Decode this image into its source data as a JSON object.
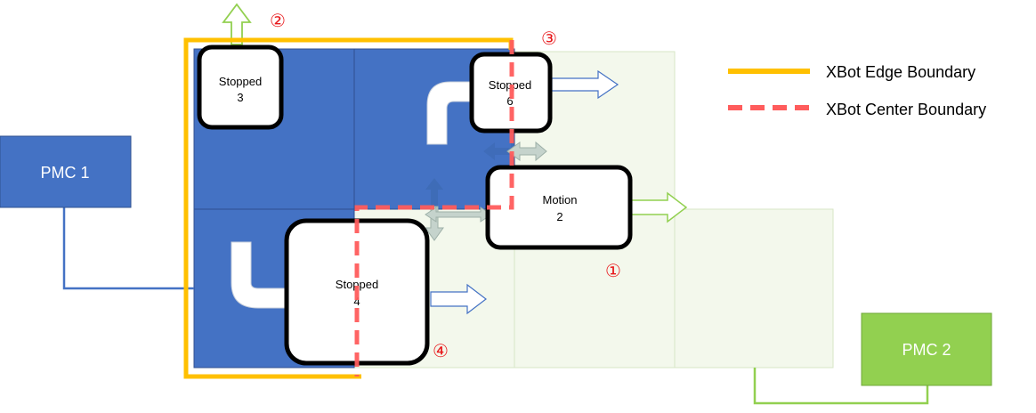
{
  "pmcs": [
    {
      "id": "pmc1",
      "label": "PMC 1",
      "color": "#4472c4"
    },
    {
      "id": "pmc2",
      "label": "PMC 2",
      "color": "#92d050"
    }
  ],
  "xbots": [
    {
      "id": "xbot3",
      "state": "Stopped",
      "number": "3"
    },
    {
      "id": "xbot6",
      "state": "Stopped",
      "number": "6"
    },
    {
      "id": "xbot2",
      "state": "Motion",
      "number": "2"
    },
    {
      "id": "xbot4",
      "state": "Stopped",
      "number": "4"
    }
  ],
  "legend": [
    {
      "label": "XBot Edge Boundary",
      "color": "#ffc000",
      "style": "solid"
    },
    {
      "label": "XBot Center Boundary",
      "color": "#ff5c5c",
      "style": "dashed"
    }
  ],
  "markers": [
    "①",
    "②",
    "③",
    "④"
  ],
  "colors": {
    "pmc1_tiles": "#4472c4",
    "pmc2_tiles": "#f3f8ec",
    "edge_boundary": "#ffc000",
    "center_boundary": "#ff5c5c",
    "marker": "#e8191c"
  }
}
